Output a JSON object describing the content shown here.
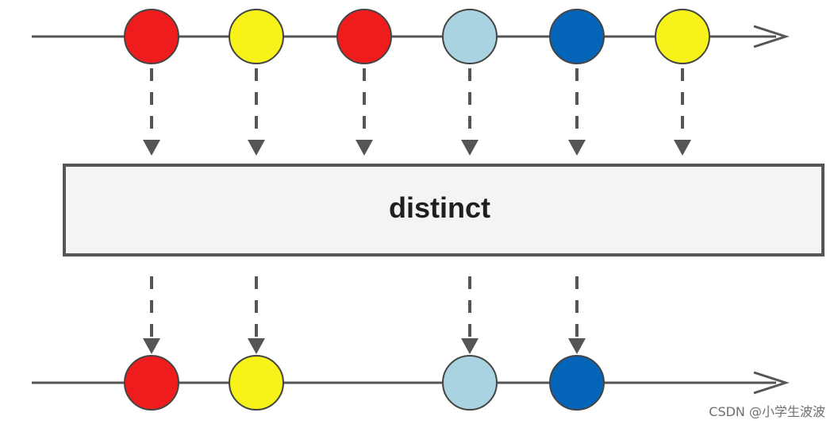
{
  "operator": {
    "label": "distinct"
  },
  "colors": {
    "red": "#ee1c1c",
    "yellow": "#f7f21a",
    "light_blue": "#a9d3e0",
    "dark_blue": "#0465b8",
    "line": "#555555",
    "box_fill": "#f4f4f4",
    "box_border": "#555555"
  },
  "input_stream": {
    "items": [
      "red",
      "yellow",
      "red",
      "light_blue",
      "dark_blue",
      "yellow"
    ]
  },
  "output_stream": {
    "items": [
      "red",
      "yellow",
      null,
      "light_blue",
      "dark_blue",
      null
    ]
  },
  "watermark": {
    "text": "CSDN @小学生波波"
  }
}
